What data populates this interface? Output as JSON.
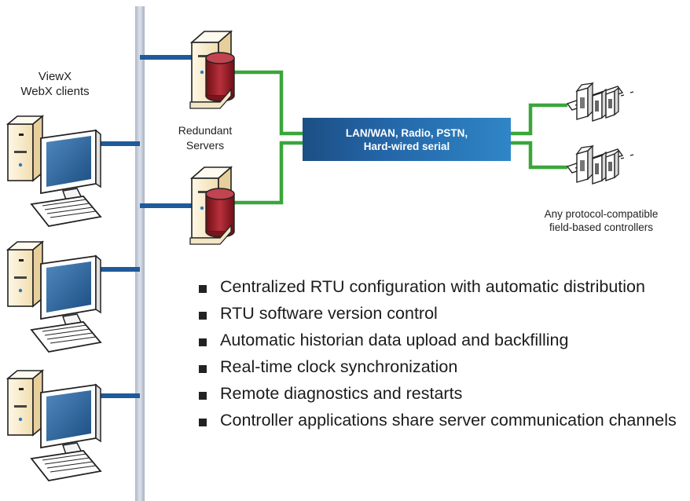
{
  "clients_label": [
    "ViewX",
    "WebX clients"
  ],
  "servers_label": [
    "Redundant",
    "Servers"
  ],
  "network_label": [
    "LAN/WAN, Radio, PSTN,",
    "Hard-wired serial"
  ],
  "controllers_label": [
    "Any protocol-compatible",
    "field-based controllers"
  ],
  "features": [
    "Centralized RTU configuration with automatic distribution",
    "RTU software version control",
    "Automatic historian data upload and backfilling",
    "Real-time clock synchronization",
    "Remote diagnostics and restarts",
    "Controller applications share server communication channels"
  ],
  "colors": {
    "backbone": "#1f5a9a",
    "link": "#3aa63a",
    "network_box": "#2466a8",
    "server_drum": "#9a1c26"
  },
  "icons": [
    "workstation-icon",
    "server-icon",
    "field-controller-icon"
  ]
}
